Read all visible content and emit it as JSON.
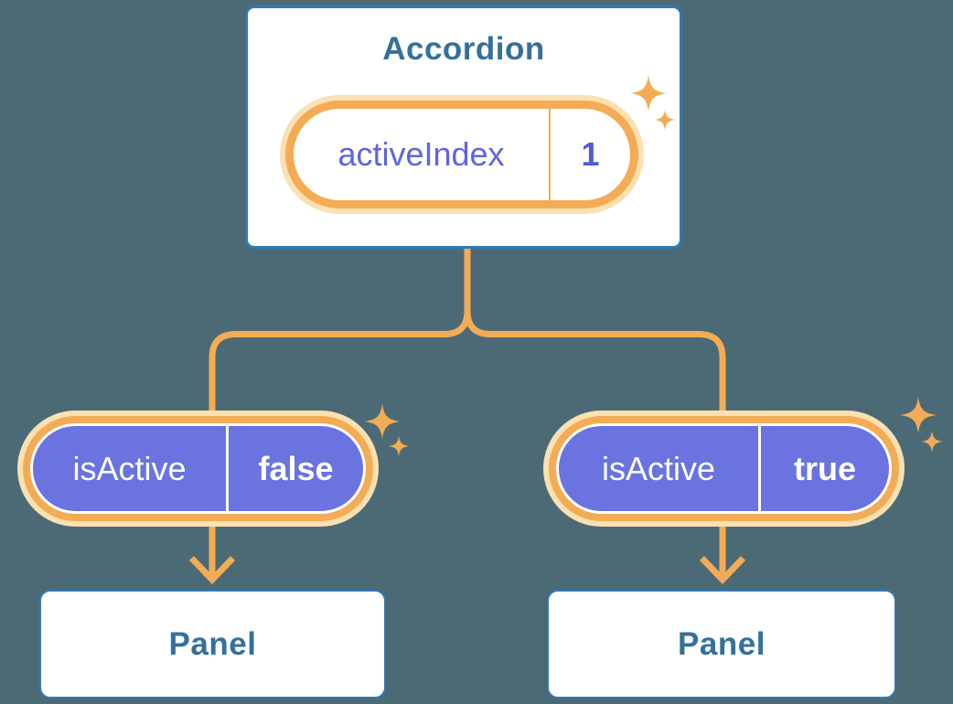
{
  "diagram": {
    "description": "React state tree diagram: Accordion parent holding activeIndex state, passing isActive to two Panel children",
    "root": {
      "title": "Accordion",
      "state": {
        "name": "activeIndex",
        "value": "1"
      }
    },
    "branches": [
      {
        "state": {
          "name": "isActive",
          "value": "false"
        },
        "panel": {
          "title": "Panel"
        }
      },
      {
        "state": {
          "name": "isActive",
          "value": "true"
        },
        "panel": {
          "title": "Panel"
        }
      }
    ],
    "colors": {
      "background": "#4C6A75",
      "card_background": "#FFFFFF",
      "card_border_blue": "#3478B1",
      "heading_text_blue": "#35709B",
      "accent_orange": "#F3AC55",
      "orange_glow": "#FBE0B2",
      "state_purple": "#6A73E0",
      "purple_text": "#6064DC",
      "state_text_white": "#FFFFFF"
    }
  }
}
